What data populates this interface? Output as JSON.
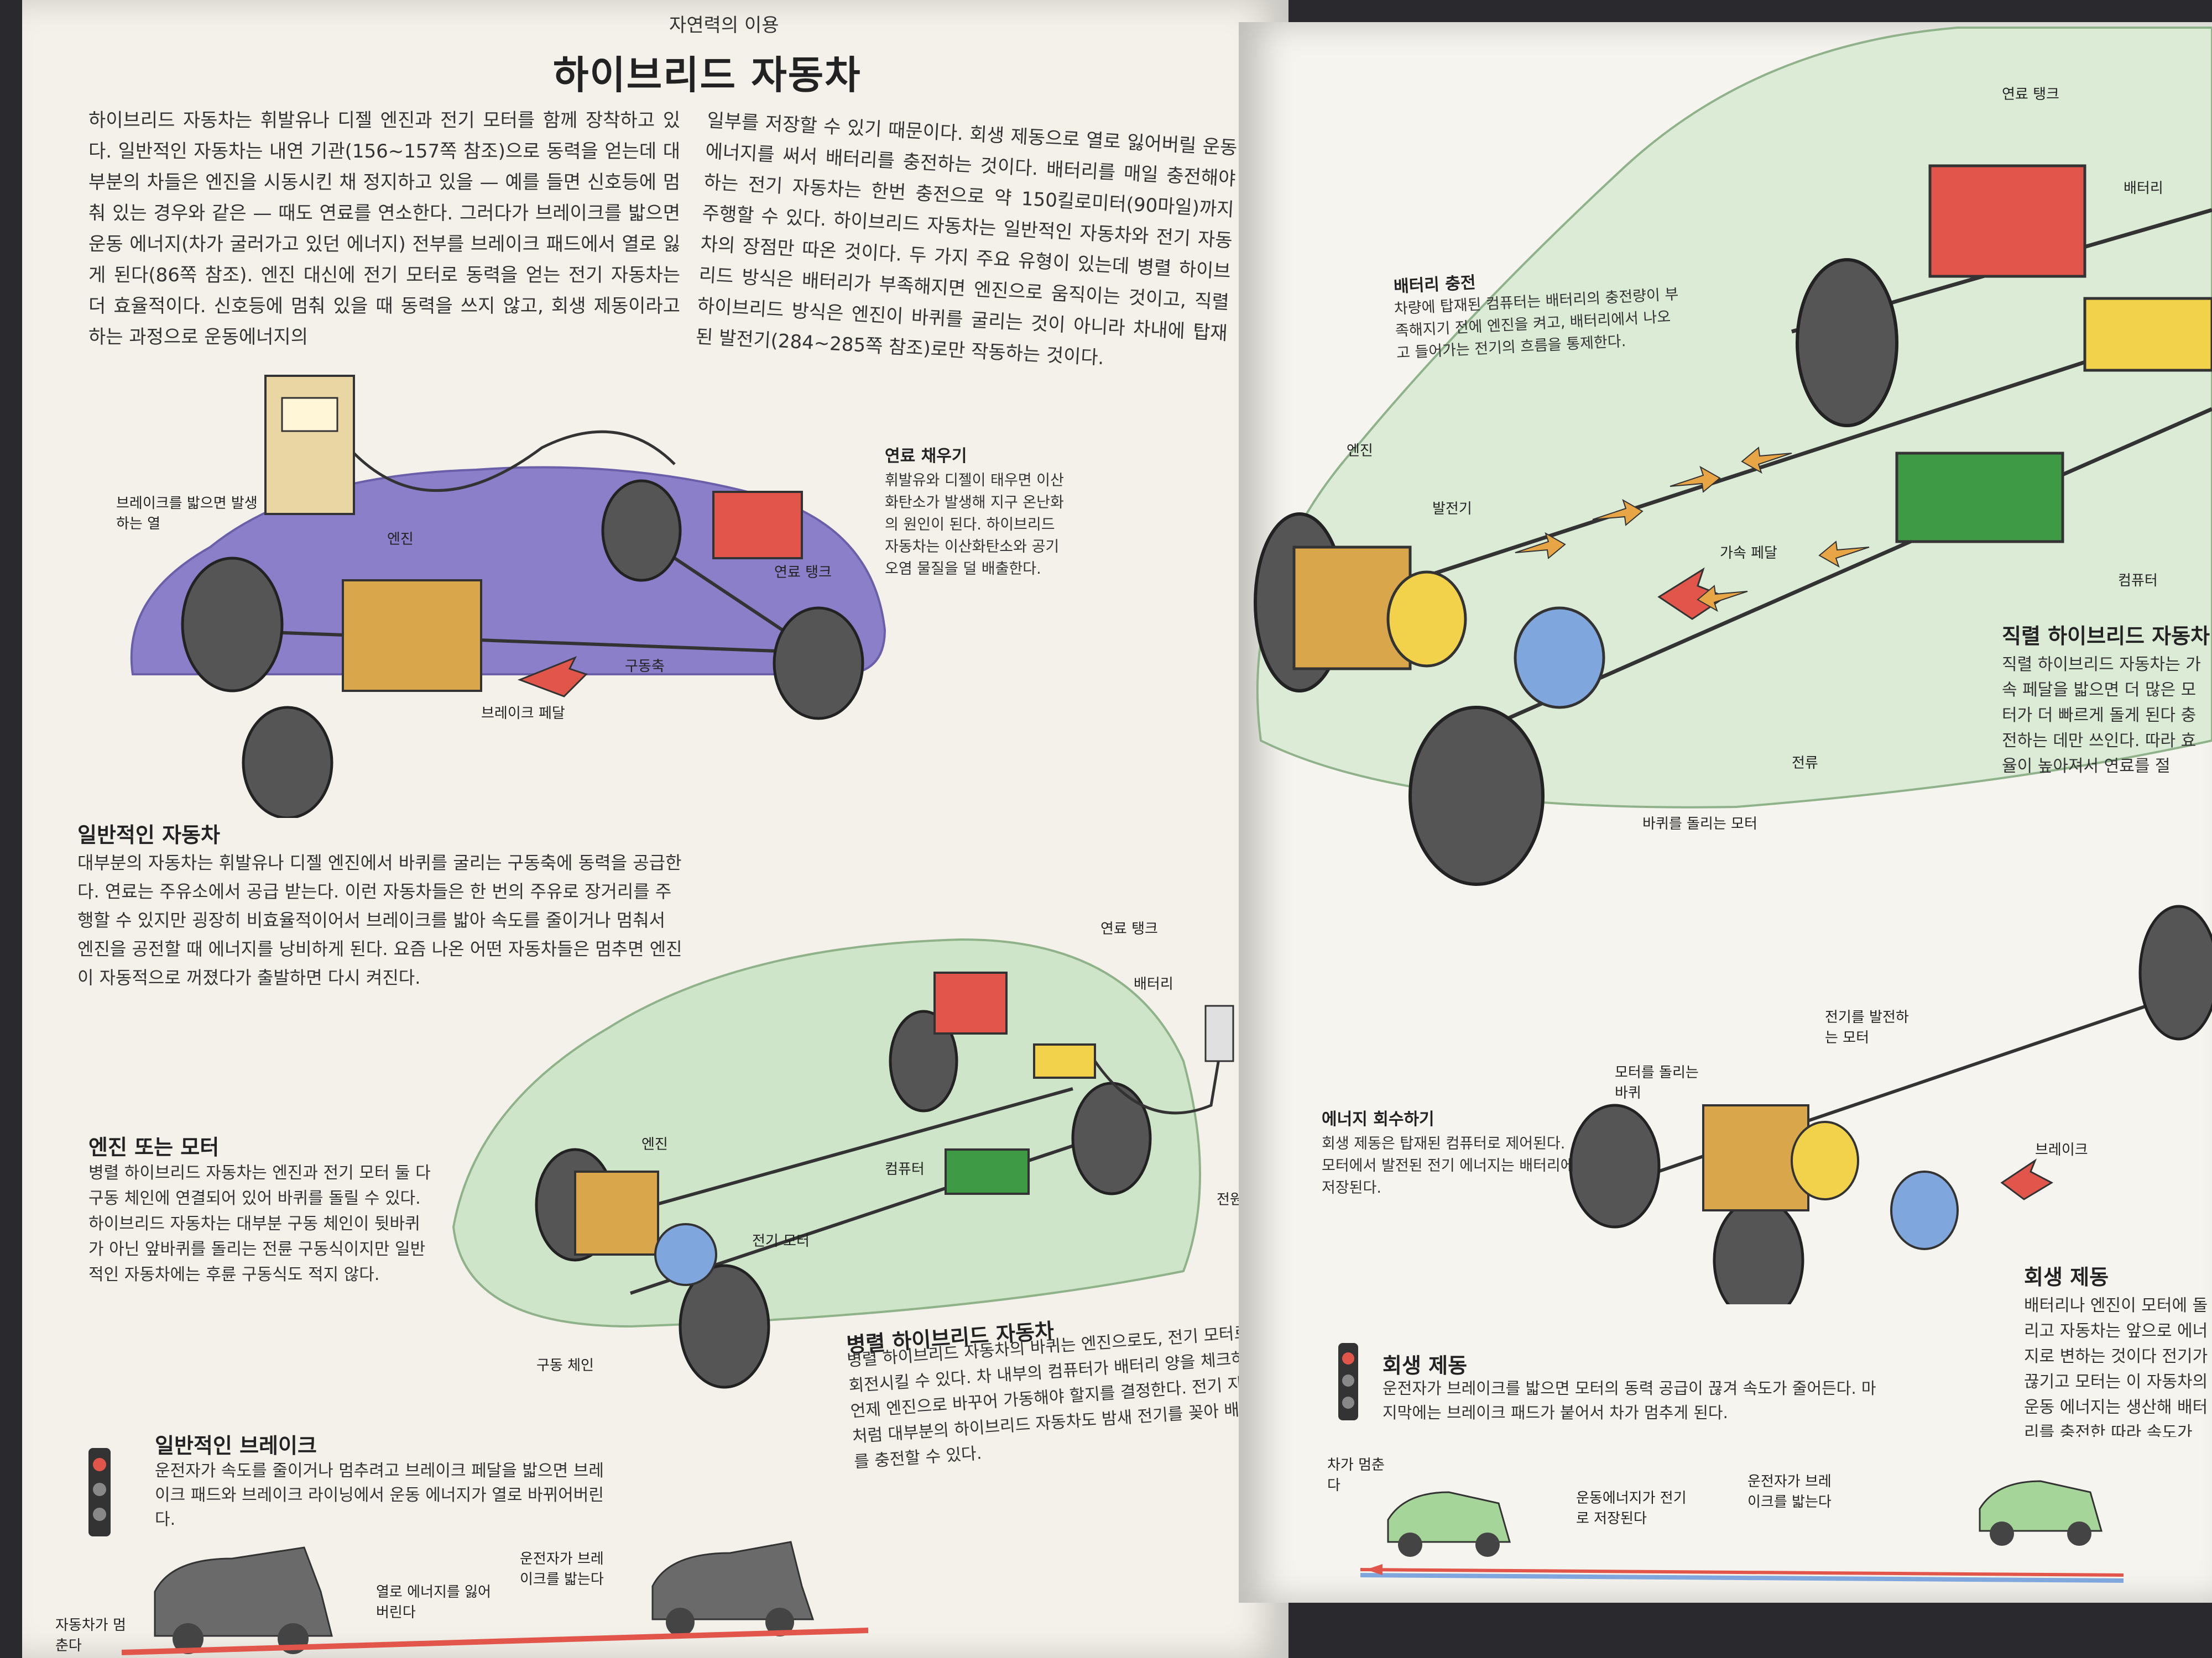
{
  "header_tag": "자연력의 이용",
  "title": "하이브리드 자동차",
  "intro_col1": "하이브리드 자동차는 휘발유나 디젤 엔진과 전기 모터를 함께 장착하고 있다. 일반적인 자동차는 내연 기관(156~157쪽 참조)으로 동력을 얻는데 대부분의 차들은 엔진을 시동시킨 채 정지하고 있을 — 예를 들면 신호등에 멈춰 있는 경우와 같은 — 때도 연료를 연소한다. 그러다가 브레이크를 밟으면 운동 에너지(차가 굴러가고 있던 에너지) 전부를 브레이크 패드에서 열로 잃게 된다(86쪽 참조). 엔진 대신에 전기 모터로 동력을 얻는 전기 자동차는 더 효율적이다. 신호등에 멈춰 있을 때 동력을 쓰지 않고, 회생 제동이라고 하는 과정으로 운동에너지의",
  "intro_col2": "일부를 저장할 수 있기 때문이다. 회생 제동으로 열로 잃어버릴 운동에너지를 써서 배터리를 충전하는 것이다. 배터리를 매일 충전해야 하는 전기 자동차는 한번 충전으로 약 150킬로미터(90마일)까지 주행할 수 있다. 하이브리드 자동차는 일반적인 자동차와 전기 자동차의 장점만 따온 것이다. 두 가지 주요 유형이 있는데 병렬 하이브리드 방식은 배터리가 부족해지면 엔진으로 움직이는 것이고, 직렬 하이브리드 방식은 엔진이 바퀴를 굴리는 것이 아니라 차내에 탑재된 발전기(284~285쪽 참조)로만 작동하는 것이다.",
  "fig1": {
    "label_brake_heat": "브레이크를 밟으면 발생하는 열",
    "label_engine": "엔진",
    "label_fuel_tank": "연료 탱크",
    "label_drive_shaft": "구동축",
    "label_brake_pedal": "브레이크 페달"
  },
  "fuel_section": {
    "heading": "연료 채우기",
    "text": "휘발유와 디젤이 태우면 이산화탄소가 발생해 지구 온난화의 원인이 된다. 하이브리드 자동차는 이산화탄소와 공기 오염 물질을 덜 배출한다."
  },
  "conventional": {
    "heading": "일반적인 자동차",
    "text": "대부분의 자동차는 휘발유나 디젤 엔진에서 바퀴를 굴리는 구동축에 동력을 공급한다. 연료는 주유소에서 공급 받는다. 이런 자동차들은 한 번의 주유로 장거리를 주행할 수 있지만 굉장히 비효율적이어서 브레이크를 밟아 속도를 줄이거나 멈춰서 엔진을 공전할 때 에너지를 낭비하게 된다. 요즘 나온 어떤 자동차들은 멈추면 엔진이 자동적으로 꺼졌다가 출발하면 다시 켜진다."
  },
  "fig2": {
    "label_fuel_tank": "연료 탱크",
    "label_battery": "배터리",
    "label_engine": "엔진",
    "label_computer": "컴퓨터",
    "label_motor": "전기 모터",
    "label_power": "전원",
    "label_chain": "구동 체인"
  },
  "engine_or_motor": {
    "heading": "엔진 또는 모터",
    "text": "병렬 하이브리드 자동차는 엔진과 전기 모터 둘 다 구동 체인에 연결되어 있어 바퀴를 돌릴 수 있다. 하이브리드 자동차는 대부분 구동 체인이 뒷바퀴가 아닌 앞바퀴를 돌리는 전륜 구동식이지만 일반적인 자동차에는 후륜 구동식도 적지 않다."
  },
  "parallel": {
    "heading": "병렬 하이브리드 자동차",
    "text": "병렬 하이브리드 자동차의 바퀴는 엔진으로도, 전기 모터로도 회전시킬 수 있다. 차 내부의 컴퓨터가 배터리 양을 체크하여 언제 엔진으로 바꾸어 가동해야 할지를 결정한다. 전기 자동차처럼 대부분의 하이브리드 자동차도 밤새 전기를 꽂아 배터리를 충전할 수 있다."
  },
  "normal_brake": {
    "heading": "일반적인 브레이크",
    "text": "운전자가 속도를 줄이거나 멈추려고 브레이크 페달을 밟으면 브레이크 패드와 브레이크 라이닝에서 운동 에너지가 열로 바뀌어버린다.",
    "label_stop": "자동차가 멈춘다",
    "label_heat_loss": "열로 에너지를 잃어버린다",
    "label_driver": "운전자가 브레이크를 밟는다"
  },
  "right": {
    "label_fuel_tank": "연료 탱크",
    "label_battery": "배터리",
    "label_engine": "엔진",
    "label_generator": "발전기",
    "label_accel": "가속 페달",
    "label_computer": "컴퓨터",
    "label_current": "전류",
    "label_wheel_motor": "바퀴를 돌리는 모터",
    "label_gen_motor": "전기를 발전하는 모터",
    "label_motor_wheel": "모터를 돌리는 바퀴",
    "label_brake": "브레이크"
  },
  "battery_charge": {
    "heading": "배터리 충전",
    "text": "차량에 탑재된 컴퓨터는 배터리의 충전량이 부족해지기 전에 엔진을 켜고, 배터리에서 나오고 들어가는 전기의 흐름을 통제한다."
  },
  "series": {
    "heading": "직렬 하이브리드 자동차",
    "text": "직렬 하이브리드 자동차는 가속 페달을 밟으면 더 많은 모터가 더 빠르게 돌게 된다 충전하는 데만 쓰인다. 따라 효율이 높아져서 연료를 절"
  },
  "energy_recovery": {
    "heading": "에너지 회수하기",
    "text": "회생 제동은 탑재된 컴퓨터로 제어된다. 모터에서 발전된 전기 에너지는 배터리에 저장된다."
  },
  "regen": {
    "heading": "회생 제동",
    "text": "배터리나 엔진이 모터에 돌리고 자동차는 앞으로 에너지로 변하는 것이다 전기가 끊기고 모터는 이 자동차의 운동 에너지는 생산해 배터리를 충전한 따라 속도가 줄어들다"
  },
  "regen_brake": {
    "heading": "회생 제동",
    "text": "운전자가 브레이크를 밟으면 모터의 동력 공급이 끊겨 속도가 줄어든다. 마지막에는 브레이크 패드가 붙어서 차가 멈추게 된다.",
    "label_stop": "차가 멈춘다",
    "label_stored": "운동에너지가 전기로 저장된다",
    "label_driver": "운전자가 브레이크를 밟는다"
  },
  "colors": {
    "purple_fill": "#8a7fc8",
    "green_fill": "#cfe5c9",
    "red": "#e2554b",
    "yellow": "#f1d24a",
    "green_box": "#3f9a45",
    "blue": "#7fa6dd",
    "engine": "#d9a64b"
  }
}
